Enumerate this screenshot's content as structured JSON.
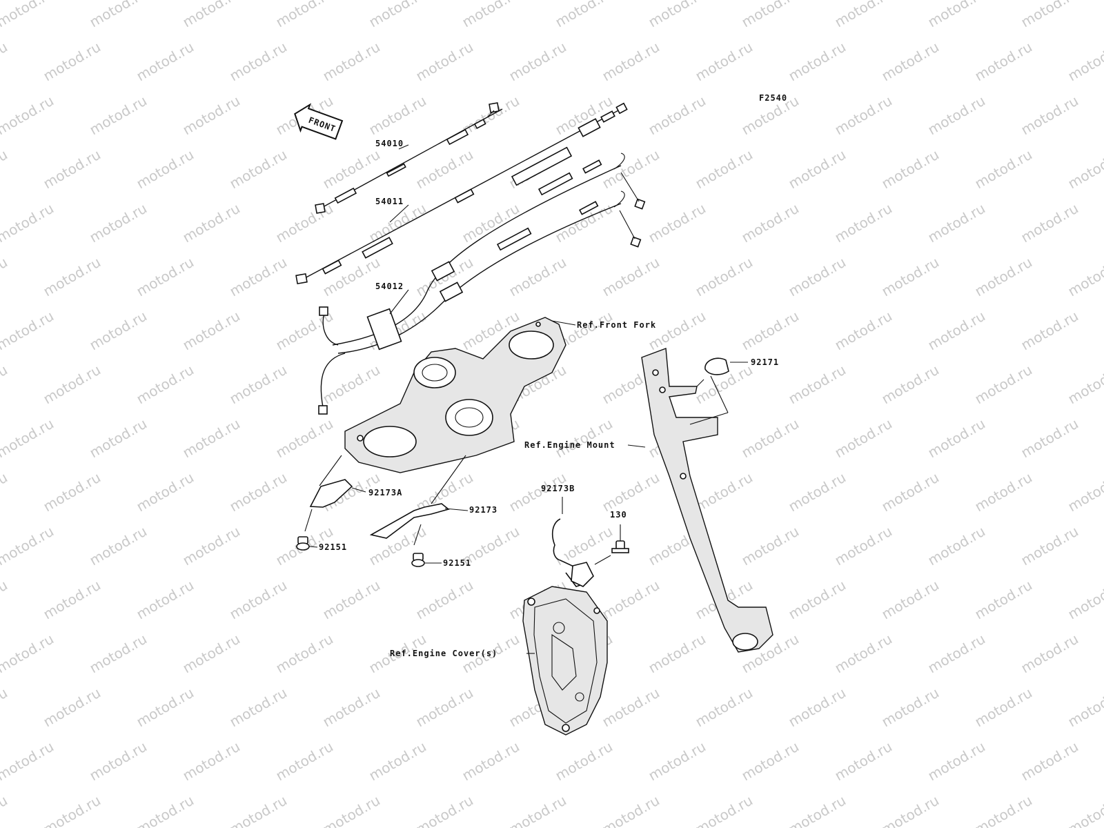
{
  "diagram": {
    "figure_code": "F2540",
    "watermark": "motod.ru",
    "front_arrow": "FRONT",
    "callouts": [
      {
        "id": "part-54010",
        "text": "54010"
      },
      {
        "id": "part-54011",
        "text": "54011"
      },
      {
        "id": "part-54012",
        "text": "54012"
      },
      {
        "id": "ref-front-fork",
        "text": "Ref.Front Fork"
      },
      {
        "id": "part-92171",
        "text": "92171"
      },
      {
        "id": "ref-engine-mount",
        "text": "Ref.Engine Mount"
      },
      {
        "id": "part-92173b",
        "text": "92173B"
      },
      {
        "id": "part-130",
        "text": "130"
      },
      {
        "id": "part-92173a",
        "text": "92173A"
      },
      {
        "id": "part-92173",
        "text": "92173"
      },
      {
        "id": "part-92151-left",
        "text": "92151"
      },
      {
        "id": "part-92151-right",
        "text": "92151"
      },
      {
        "id": "ref-engine-cover",
        "text": "Ref.Engine Cover(s)"
      }
    ]
  }
}
